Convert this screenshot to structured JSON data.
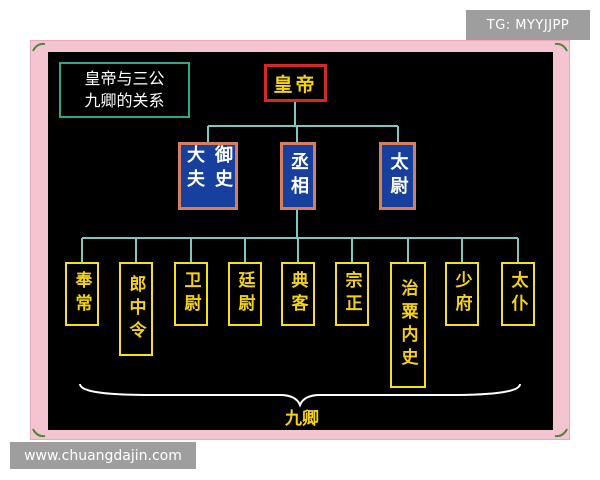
{
  "watermarks": {
    "top": "TG: MYYJJPP",
    "bottom": "www.chuangdajin.com"
  },
  "legend": {
    "line1": "皇帝与三公",
    "line2": "九卿的关系"
  },
  "top_node": {
    "label": "皇帝"
  },
  "three_gong": [
    {
      "label": "御史大夫"
    },
    {
      "label": "丞相"
    },
    {
      "label": "太尉"
    }
  ],
  "nine_qing": [
    {
      "label": "奉常"
    },
    {
      "label": "郎中令"
    },
    {
      "label": "卫尉"
    },
    {
      "label": "廷尉"
    },
    {
      "label": "典客"
    },
    {
      "label": "宗正"
    },
    {
      "label": "治粟内史"
    },
    {
      "label": "少府"
    },
    {
      "label": "太仆"
    }
  ],
  "nine_qing_label": "九卿",
  "colors": {
    "background": "#000000",
    "frame": "#f4c4d0",
    "connector": "#7fc8c2",
    "legend_border": "#2aa88a",
    "emperor_border": "#d12a2a",
    "gold_text": "#f5d21a",
    "gong_fill": "#173f9e",
    "gong_border": "#d48060",
    "qing_border": "#f5e21a"
  }
}
